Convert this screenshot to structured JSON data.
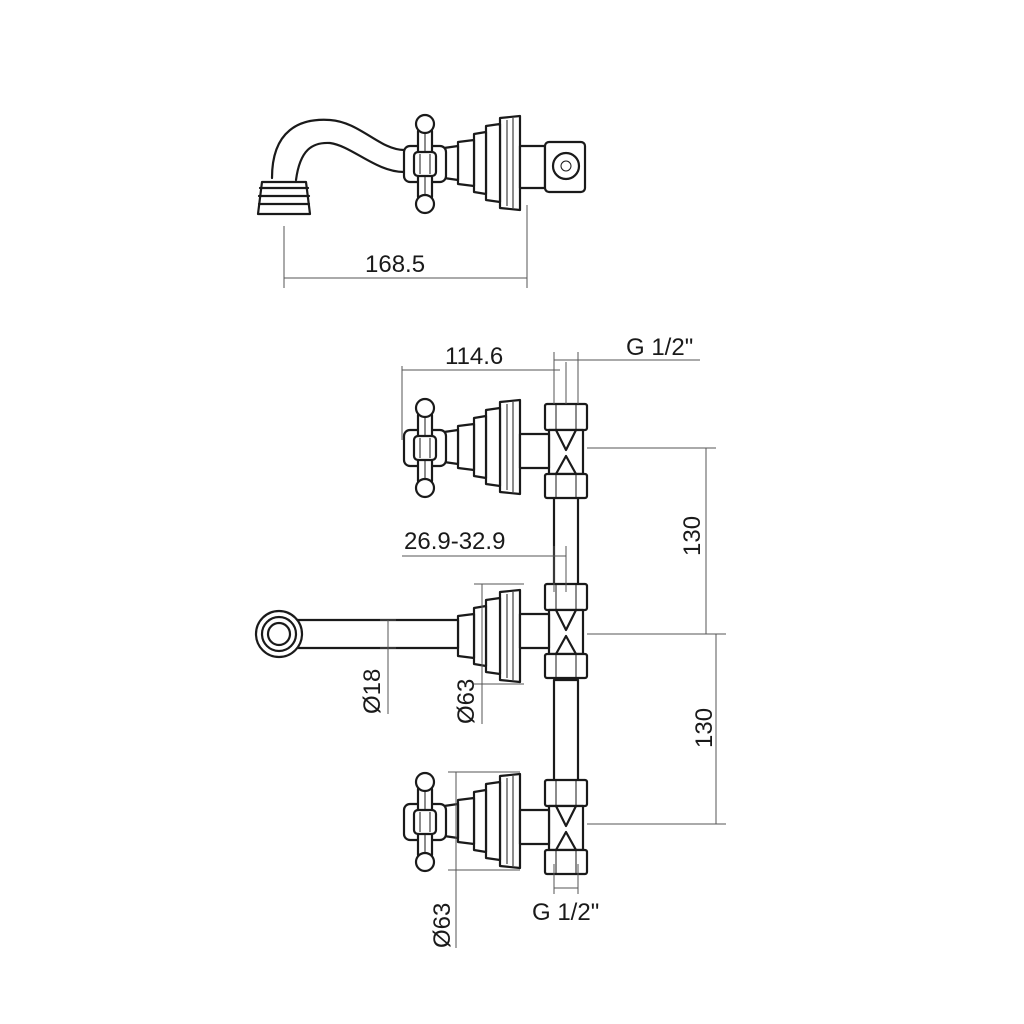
{
  "dimensions": {
    "spout_length": "168.5",
    "handle_offset": "114.6",
    "thread_top": "G 1/2\"",
    "wall_range": "26.9-32.9",
    "spacing_upper": "130",
    "spacing_lower": "130",
    "spout_diameter": "Ø18",
    "flange_diameter_mid": "Ø63",
    "flange_diameter_bottom": "Ø63",
    "thread_bottom": "G 1/2\""
  }
}
